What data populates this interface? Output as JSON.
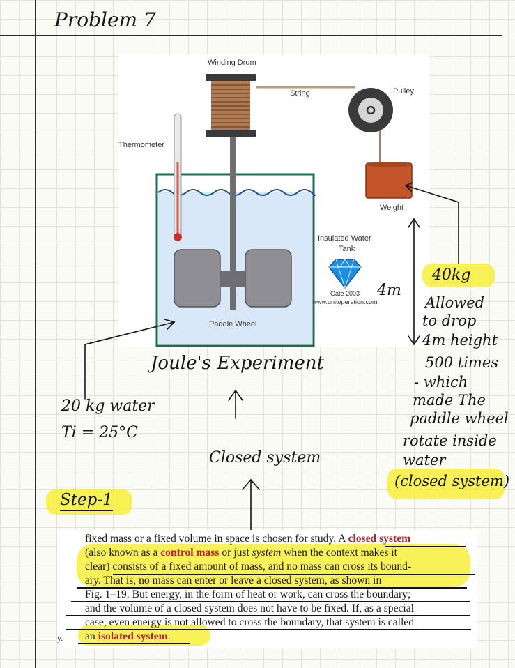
{
  "page": {
    "title": "Problem 7",
    "caption": "Joule's Experiment",
    "system_label": "Closed system",
    "step_label": "Step-1"
  },
  "diagram": {
    "labels": {
      "winding_drum": "Winding Drum",
      "string": "String",
      "pulley": "Pulley",
      "thermometer": "Thermometer",
      "weight": "Weight",
      "tank_line1": "Insulated Water",
      "tank_line2": "Tank",
      "paddle_wheel": "Paddle Wheel",
      "source_line1": "Gate 2003",
      "source_line2": "www.unitoperation.com"
    },
    "colors": {
      "tank_border": "#1f6b4f",
      "water": "#d8e8f8",
      "weight": "#c4552a",
      "coil": "#b07a52",
      "diamond": "#1c8ee6",
      "highlight": "#f7ef3a"
    }
  },
  "notes": {
    "water_line1": "20 kg water",
    "water_line2": "Ti = 25°C",
    "height": "4m",
    "mass": "40kg",
    "desc_lines": [
      "Allowed",
      "to drop",
      "4m height",
      "500 times",
      "- which",
      "made The",
      "paddle wheel",
      "rotate inside",
      "water",
      "(closed system)"
    ]
  },
  "excerpt": {
    "l1a": "fixed mass or a fixed volume in space is chosen for study. A ",
    "l1b": "closed system",
    "l2a": "(also known as a ",
    "l2b": "control mass",
    "l2c": " or just ",
    "l2d": "system",
    "l2e": " when the context makes it",
    "l3": "clear) consists of a fixed amount of mass, and no mass can cross its bound-",
    "l4": "ary. That is, no mass can enter or leave a closed system, as shown in",
    "l5": "Fig. 1–19. But energy, in the form of heat or work, can cross the boundary;",
    "l6": "and the volume of a closed system does not have to be fixed. If, as a special",
    "l7": "case, even energy is not allowed to cross the boundary, that system is called",
    "l8a": "an ",
    "l8b": "isolated system",
    "l8c": ".",
    "margin": "y."
  }
}
